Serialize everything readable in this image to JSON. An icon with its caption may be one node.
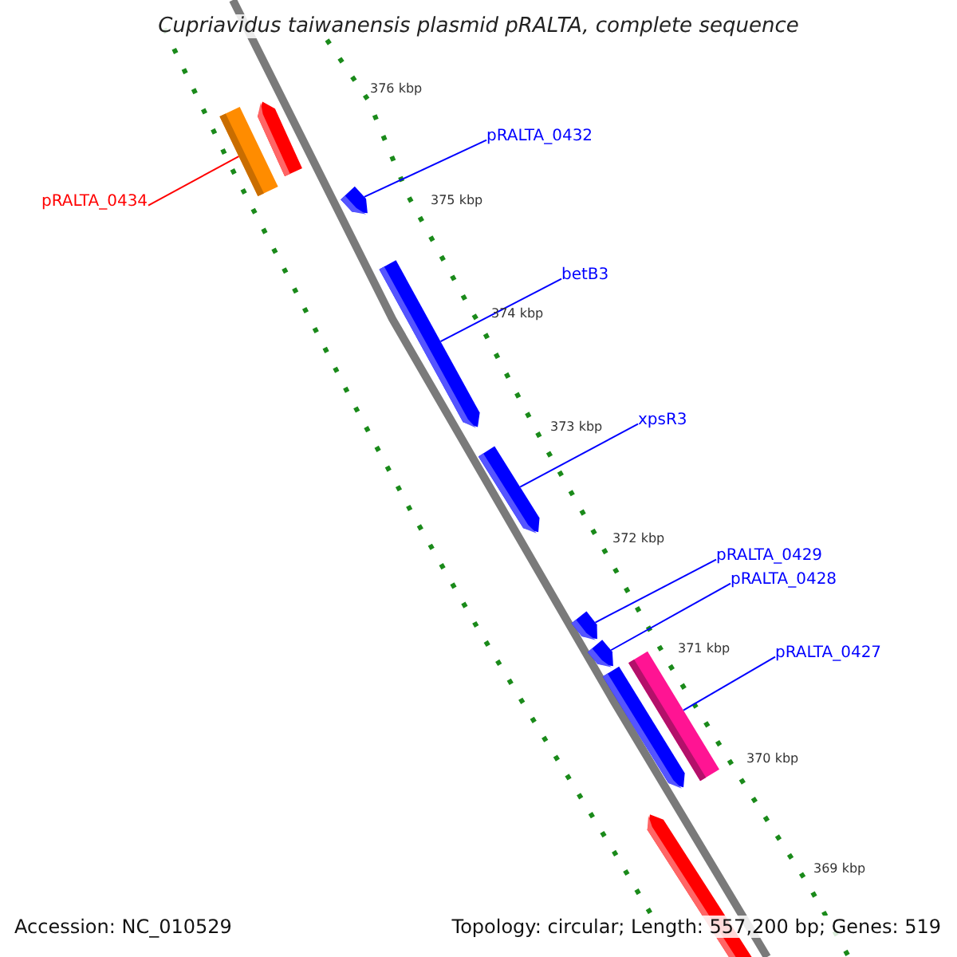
{
  "diagram": {
    "title": "Cupriavidus taiwanensis plasmid pRALTA, complete sequence",
    "nodes": [
      {
        "text": [],
        "shape": "bar"
      },
      {
        "text": [],
        "shape": "bar"
      },
      {
        "text": [
          "pRALTA_0434"
        ]
      },
      {
        "text": [],
        "shape": "bar"
      },
      {
        "text": [
          "pRALTA_0432"
        ]
      },
      {
        "text": [],
        "shape": "bar"
      },
      {
        "text": [
          "betB3"
        ]
      },
      {
        "text": [],
        "shape": "bar"
      },
      {
        "text": [
          "xpsR3"
        ]
      },
      {
        "text": [],
        "shape": "bar"
      },
      {
        "text": [
          "pRALTA_0429"
        ]
      },
      {
        "text": [],
        "shape": "bar"
      },
      {
        "text": [
          "pRALTA_0428"
        ]
      },
      {
        "text": [],
        "shape": "bar"
      },
      {
        "text": [],
        "shape": "bar"
      },
      {
        "text": [
          "pRALTA_0427"
        ]
      },
      {
        "text": [],
        "shape": "bar"
      }
    ],
    "edges": [
      {
        "from": 2,
        "to": 1,
        "arrow": "none",
        "color": "#ff0000"
      },
      {
        "from": 4,
        "to": 3,
        "arrow": "none"
      },
      {
        "from": 6,
        "to": 5,
        "arrow": "none"
      },
      {
        "from": 8,
        "to": 7,
        "arrow": "none"
      },
      {
        "from": 10,
        "to": 9,
        "arrow": "none"
      },
      {
        "from": 12,
        "to": 11,
        "arrow": "none"
      },
      {
        "from": 15,
        "to": 13,
        "arrow": "none"
      }
    ],
    "labels": [
      "376 kbp",
      "375 kbp",
      "374 kbp",
      "373 kbp",
      "372 kbp",
      "371 kbp",
      "370 kbp",
      "369 kbp",
      "Accession: NC_010529",
      "Topology: circular; Length: 557,200 bp; Genes: 519"
    ]
  }
}
